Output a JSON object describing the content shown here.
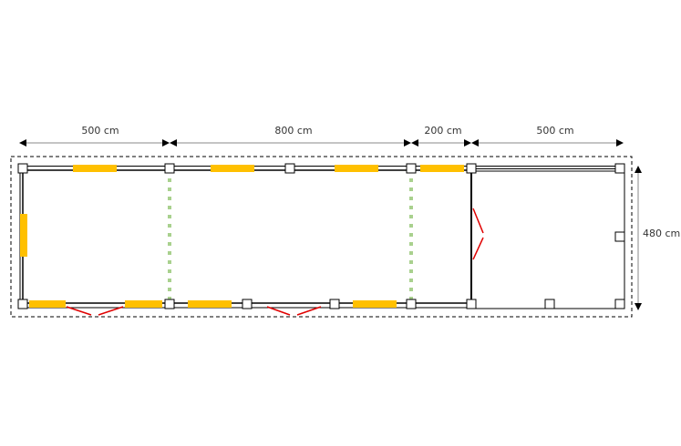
{
  "dimensions": {
    "width_1": "500 cm",
    "width_2": "800 cm",
    "width_3": "200 cm",
    "width_4": "500 cm",
    "depth": "480 cm"
  },
  "colors": {
    "wall": "#000000",
    "window": "#ffc000",
    "door": "#e00000",
    "partition": "#a9d18e",
    "outline": "#000000",
    "dimension": "#777777"
  }
}
